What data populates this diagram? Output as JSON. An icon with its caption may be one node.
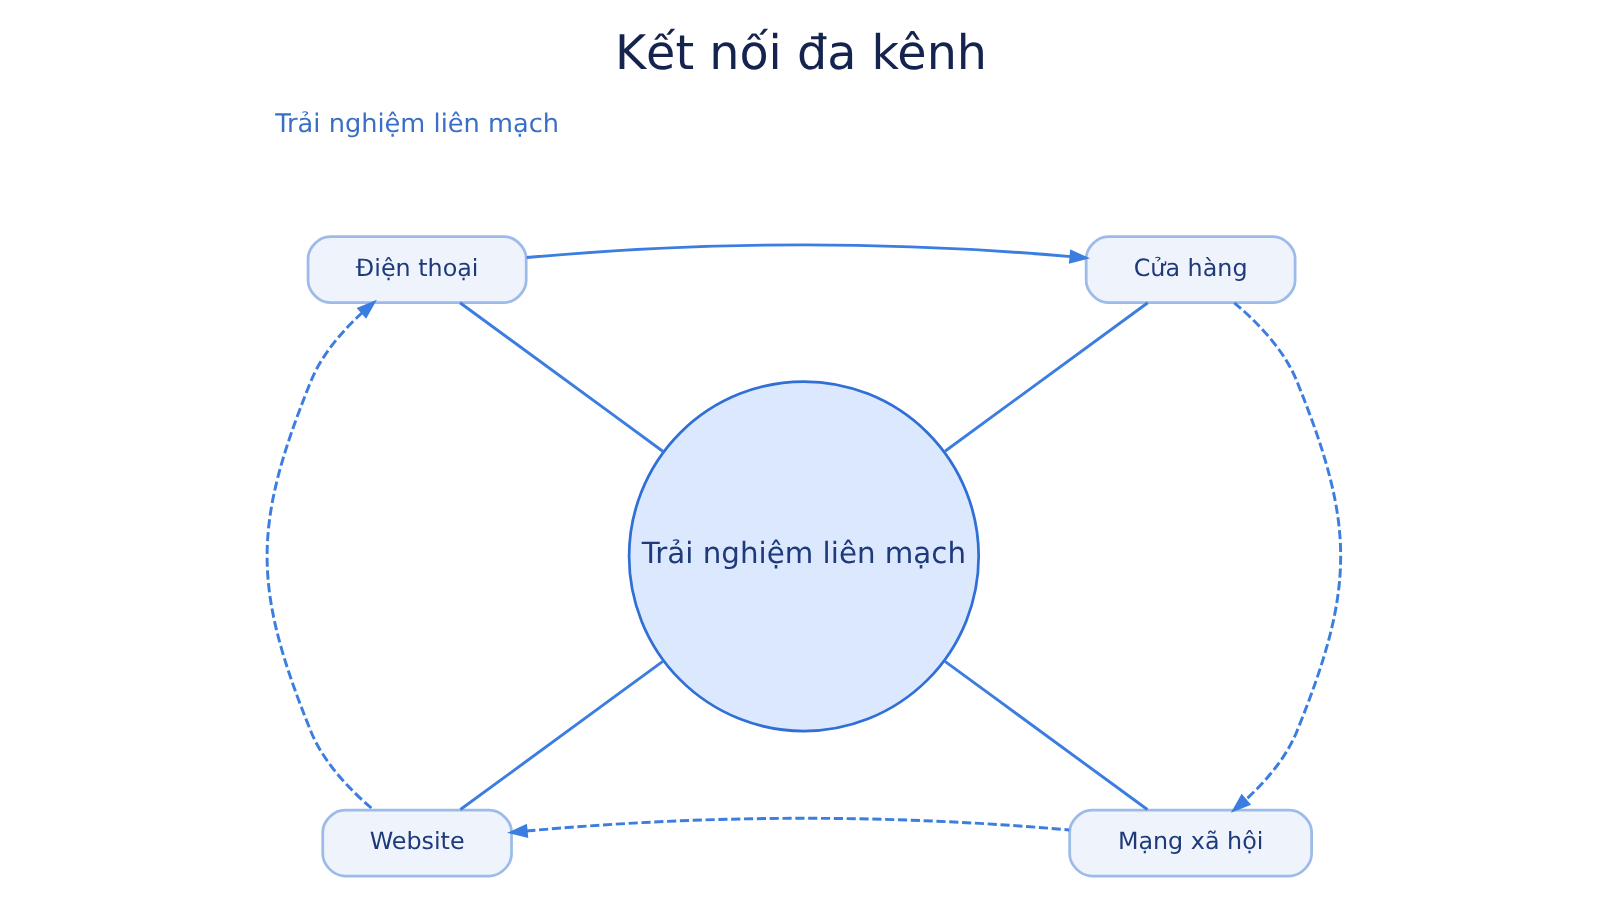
{
  "diagram": {
    "title": "Kết nối đa kênh",
    "nodes": [
      {
        "text": [
          "Điện thoại"
        ]
      },
      {
        "text": [
          "Cửa hàng"
        ]
      },
      {
        "text": [
          "Trải nghiệm liên mạch"
        ]
      },
      {
        "text": [
          "Website"
        ]
      },
      {
        "text": [
          "Mạng xã hội"
        ]
      }
    ],
    "edges": [
      {
        "from": 0,
        "to": 1,
        "arrow": "to"
      },
      {
        "from": 1,
        "to": 4,
        "arrow": "to",
        "style": "dashed"
      },
      {
        "from": 4,
        "to": 3,
        "arrow": "to",
        "style": "dashed"
      },
      {
        "from": 3,
        "to": 0,
        "arrow": "to",
        "style": "dashed"
      },
      {
        "from": 0,
        "to": 2,
        "arrow": "none"
      },
      {
        "from": 1,
        "to": 2,
        "arrow": "none"
      },
      {
        "from": 2,
        "to": 3,
        "arrow": "none"
      },
      {
        "from": 2,
        "to": 4,
        "arrow": "none"
      }
    ],
    "labels": [
      "Trải nghiệm liên mạch"
    ]
  }
}
